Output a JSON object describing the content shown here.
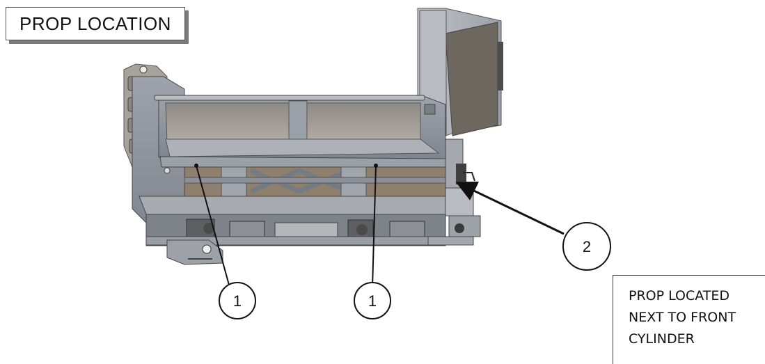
{
  "title": "PROP LOCATION",
  "callouts": [
    {
      "label": "1"
    },
    {
      "label": "1"
    },
    {
      "label": "2"
    }
  ],
  "note": {
    "lines": [
      "PROP LOCATED",
      "NEXT TO FRONT",
      "CYLINDER"
    ]
  }
}
